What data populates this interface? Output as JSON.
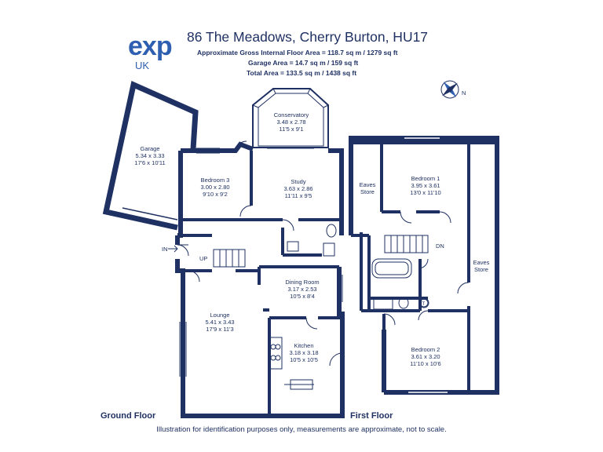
{
  "logo": {
    "brand": "exp",
    "region": "UK"
  },
  "header": {
    "address": "86 The Meadows, Cherry Burton, HU17",
    "gross_area": "Approximate Gross Internal Floor Area = 118.7 sq m / 1279 sq ft",
    "garage_area": "Garage Area = 14.7 sq m / 159 sq ft",
    "total_area": "Total Area = 133.5 sq m / 1438 sq ft"
  },
  "compass": {
    "label": "N"
  },
  "ground_floor": {
    "label": "Ground Floor",
    "rooms": [
      {
        "id": "conservatory",
        "name": "Conservatory",
        "metric": "3.48 x 2.78",
        "imperial": "11'5 x 9'1"
      },
      {
        "id": "garage",
        "name": "Garage",
        "metric": "5.34 x 3.33",
        "imperial": "17'6 x 10'11"
      },
      {
        "id": "bedroom3",
        "name": "Bedroom 3",
        "metric": "3.00 x 2.80",
        "imperial": "9'10 x 9'2"
      },
      {
        "id": "study",
        "name": "Study",
        "metric": "3.63 x 2.86",
        "imperial": "11'11 x 9'5"
      },
      {
        "id": "dining",
        "name": "Dining Room",
        "metric": "3.17 x 2.53",
        "imperial": "10'5 x 8'4"
      },
      {
        "id": "lounge",
        "name": "Lounge",
        "metric": "5.41 x 3.43",
        "imperial": "17'9 x 11'3"
      },
      {
        "id": "kitchen",
        "name": "Kitchen",
        "metric": "3.18 x 3.18",
        "imperial": "10'5 x 10'5"
      }
    ],
    "markers": {
      "entrance": "IN",
      "stairs_up": "UP"
    }
  },
  "first_floor": {
    "label": "First Floor",
    "rooms": [
      {
        "id": "eaves1",
        "name": "Eaves",
        "line2": "Store"
      },
      {
        "id": "bedroom1",
        "name": "Bedroom 1",
        "metric": "3.95 x 3.61",
        "imperial": "13'0 x 11'10"
      },
      {
        "id": "eaves2",
        "name": "Eaves",
        "line2": "Store"
      },
      {
        "id": "bedroom2",
        "name": "Bedroom 2",
        "metric": "3.61 x 3.20",
        "imperial": "11'10 x 10'6"
      }
    ],
    "markers": {
      "stairs_down": "DN",
      "tank": "T"
    }
  },
  "disclaimer": "Illustration for identification purposes only, measurements are approximate, not to scale.",
  "colors": {
    "wall": "#1f3163",
    "logo": "#2f5fb0",
    "text": "#1f3163"
  }
}
